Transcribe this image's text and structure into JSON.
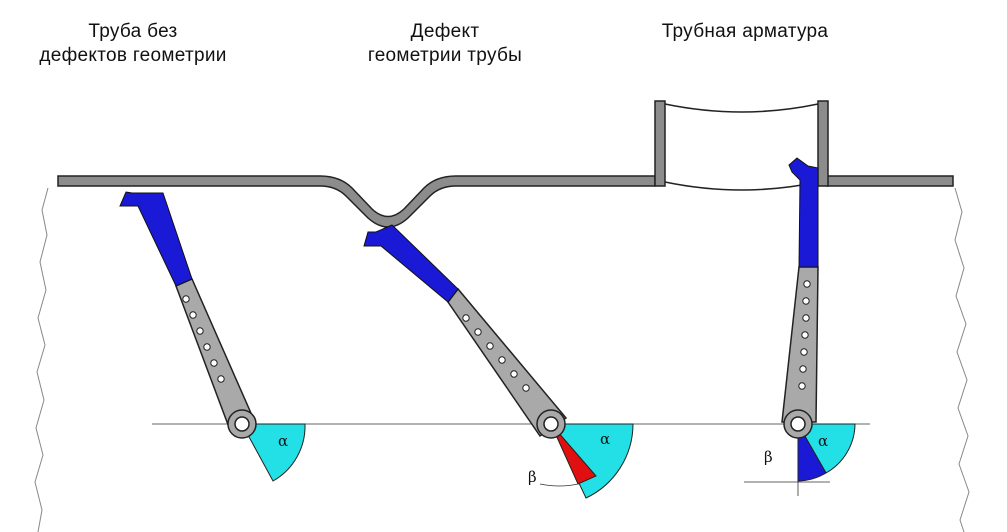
{
  "labels": {
    "pipe_no_defects": [
      "Труба без",
      "дефектов геометрии"
    ],
    "geometry_defect": [
      "Дефект",
      "геометрии трубы"
    ],
    "pipe_fittings": [
      "Трубная арматура"
    ]
  },
  "angles": {
    "alpha": "α",
    "beta": "β"
  },
  "colors": {
    "pipe": "#8c8c8c",
    "arm": "#a9a9a9",
    "arm_tip": "#1a1ad6",
    "alpha_sector": "#22e0e6",
    "beta_sector_defect": "#e01010",
    "beta_sector_fitting": "#1a1ad6",
    "outline": "#222222"
  }
}
